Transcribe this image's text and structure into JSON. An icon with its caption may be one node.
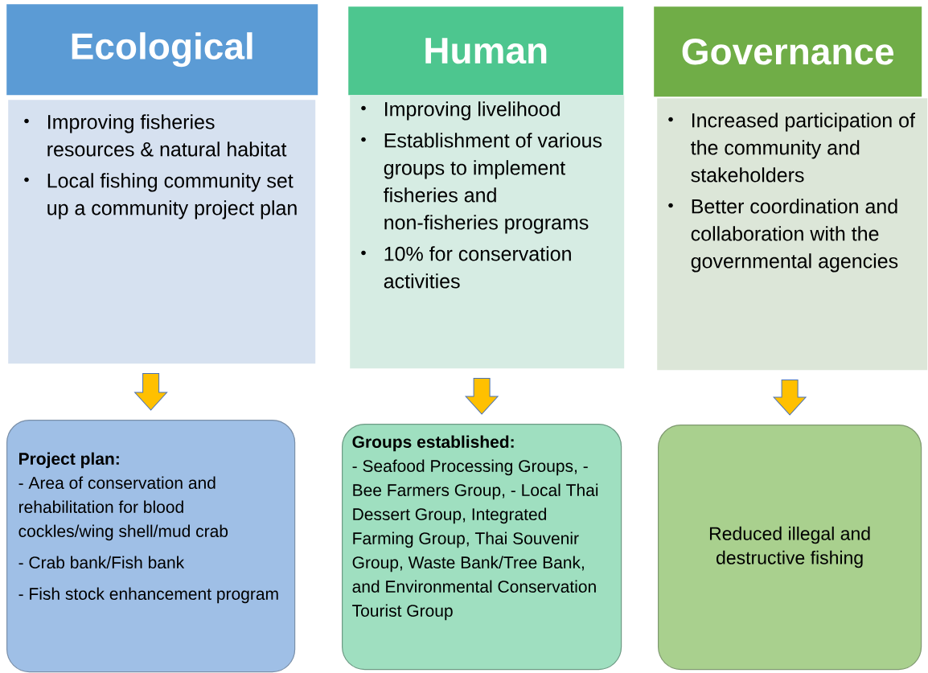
{
  "diagram": {
    "nodes": [
      {
        "text": [
          "Ecological"
        ]
      },
      {
        "text": [
          "Human"
        ]
      },
      {
        "text": [
          "Governance"
        ]
      },
      {
        "text": [
          "Improving fisheries resources & natural habitat",
          "Local fishing community set up a community project plan"
        ]
      },
      {
        "text": [
          "Improving livelihood",
          "Establishment of various groups to implement fisheries and non-fisheries programs",
          "10% for conservation activities"
        ]
      },
      {
        "text": [
          "Increased participation of the community and stakeholders",
          "Better coordination and collaboration with the governmental agencies"
        ]
      },
      {
        "text": [
          "Project plan:",
          "- Area of conservation and rehabilitation for blood cockles/wing shell/mud crab",
          "- Crab bank/Fish bank",
          "- Fish stock enhancement program"
        ]
      },
      {
        "text": [
          "Groups established:",
          "- Seafood Processing Groups, - Bee Farmers Group, - Local Thai Dessert Group, Integrated Farming Group, Thai Souvenir Group, Waste Bank/Tree Bank, and Environmental Conservation Tourist Group"
        ]
      },
      {
        "text": [
          "Reduced illegal and destructive fishing"
        ]
      }
    ],
    "edges": [
      {
        "from": 3,
        "to": 6,
        "arrow": "to"
      },
      {
        "from": 4,
        "to": 7,
        "arrow": "to"
      },
      {
        "from": 5,
        "to": 8,
        "arrow": "to"
      }
    ]
  }
}
